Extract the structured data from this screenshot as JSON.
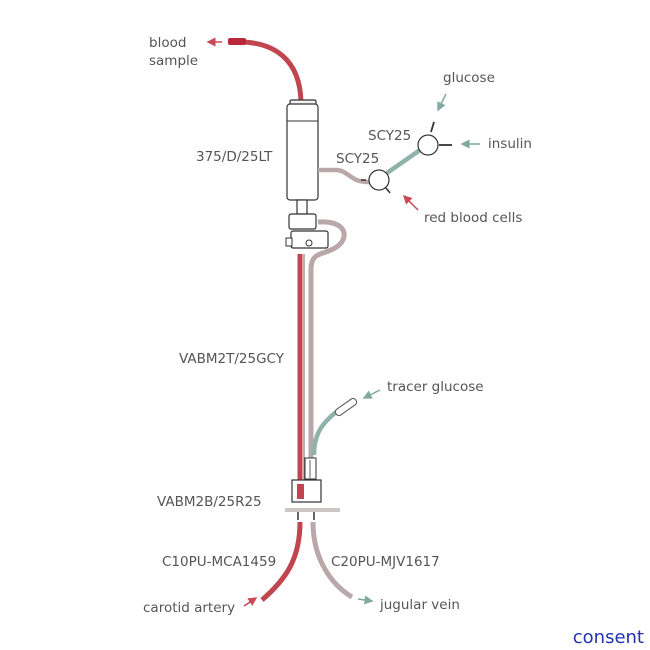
{
  "labels": {
    "blood_sample_line1": "blood",
    "blood_sample_line2": "sample",
    "swivel_model": "375/D/25LT",
    "connector_upper": "SCY25",
    "connector_lower": "SCY25",
    "glucose": "glucose",
    "insulin": "insulin",
    "red_blood_cells": "red blood cells",
    "harness_upper": "VABM2T/25GCY",
    "tracer_glucose": "tracer glucose",
    "harness_lower": "VABM2B/25R25",
    "catheter_arterial": "C10PU-MCA1459",
    "catheter_venous": "C20PU-MJV1617",
    "carotid_artery": "carotid artery",
    "jugular_vein": "jugular vein"
  },
  "consent_link": "consent",
  "colors": {
    "arterial_line": "#c0454f",
    "venous_line": "#b9a7a9",
    "infusion_line": "#8fb2aa",
    "arrow_red": "#c94a55",
    "arrow_teal": "#7fa89e",
    "hardware_outline": "#333333",
    "label_text": "#555555",
    "link": "#2233aa"
  }
}
